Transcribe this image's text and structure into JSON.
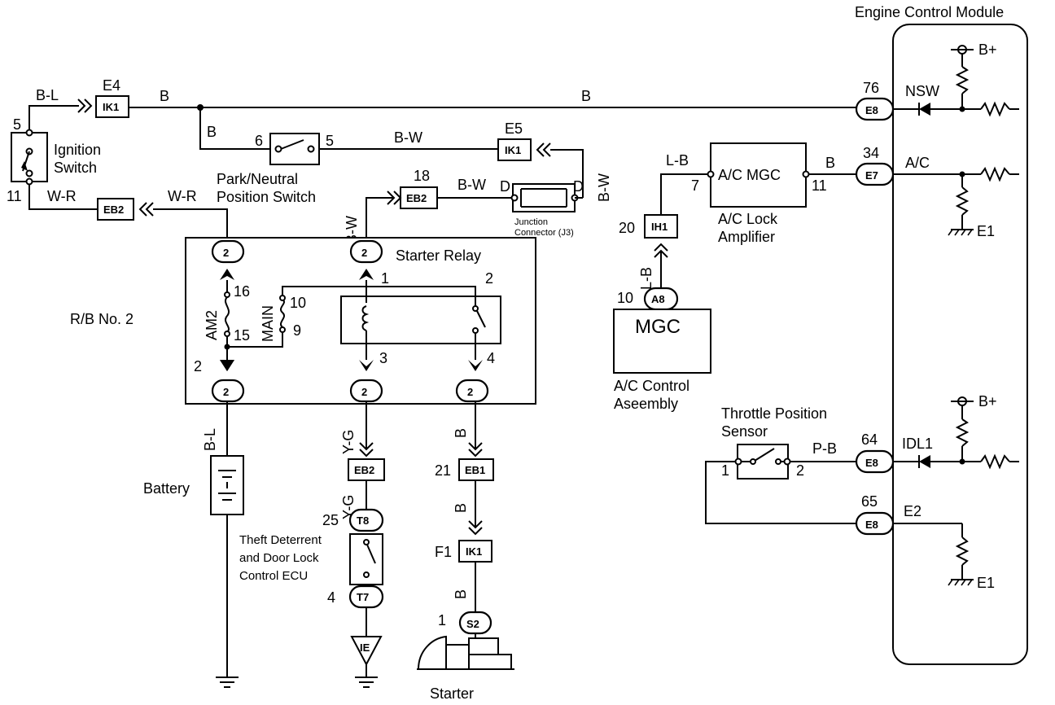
{
  "modules": {
    "ecm": "Engine Control Module",
    "ignition_switch": [
      "Ignition",
      "Switch"
    ],
    "park_neutral": [
      "Park/Neutral",
      "Position Switch"
    ],
    "starter_relay": "Starter Relay",
    "rb2": "R/B No. 2",
    "junction": [
      "Junction",
      "Connector (J3)"
    ],
    "ac_lock": [
      "A/C Lock",
      "Amplifier"
    ],
    "ac_mgc": "A/C MGC",
    "mgc": "MGC",
    "ac_control": [
      "A/C Control",
      "Aseembly"
    ],
    "throttle": [
      "Throttle Position",
      "Sensor"
    ],
    "battery": "Battery",
    "theft": [
      "Theft Deterrent",
      "and Door Lock",
      "Control ECU"
    ],
    "starter": "Starter"
  },
  "wires": {
    "b": "B",
    "bl": "B-L",
    "bw": "B-W",
    "wr": "W-R",
    "lb": "L-B",
    "yg": "Y-G",
    "pb": "P-B",
    "ac": "A/C",
    "nsw": "NSW",
    "idl1": "IDL1",
    "e2": "E2",
    "e1": "E1",
    "bplus": "B+"
  },
  "connectors": {
    "ik1": "IK1",
    "eb2": "EB2",
    "eb1": "EB1",
    "ih1": "IH1",
    "a8": "A8",
    "e8": "E8",
    "e7": "E7",
    "t8": "T8",
    "t7": "T7",
    "s2": "S2",
    "ie": "IE",
    "two": "2"
  },
  "pins": {
    "e4": "E4",
    "e5": "E5",
    "f1": "F1",
    "d": "D",
    "am2": "AM2",
    "main": "MAIN",
    "p5": "5",
    "p6": "6",
    "p11": "11",
    "p18": "18",
    "p20": "20",
    "p7": "7",
    "p10": "10",
    "p1": "1",
    "p2": "2",
    "p3": "3",
    "p4": "4",
    "p9": "9",
    "p15": "15",
    "p16": "16",
    "p21": "21",
    "p25": "25",
    "p34": "34",
    "p64": "64",
    "p65": "65",
    "p76": "76"
  }
}
